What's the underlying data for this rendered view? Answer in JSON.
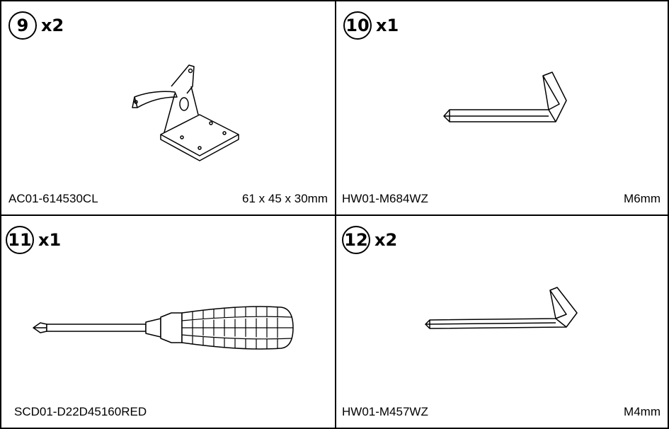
{
  "parts": [
    {
      "number": "9",
      "qty": "x2",
      "code": "AC01-614530CL",
      "size": "61 x 45 x 30mm",
      "icon": "bracket-icon"
    },
    {
      "number": "10",
      "qty": "x1",
      "code": "HW01-M684WZ",
      "size": "M6mm",
      "icon": "hex-key-icon"
    },
    {
      "number": "11",
      "qty": "x1",
      "code": "SCD01-D22D45160RED",
      "size": "",
      "icon": "screwdriver-icon"
    },
    {
      "number": "12",
      "qty": "x2",
      "code": "HW01-M457WZ",
      "size": "M4mm",
      "icon": "hex-key-icon"
    }
  ]
}
